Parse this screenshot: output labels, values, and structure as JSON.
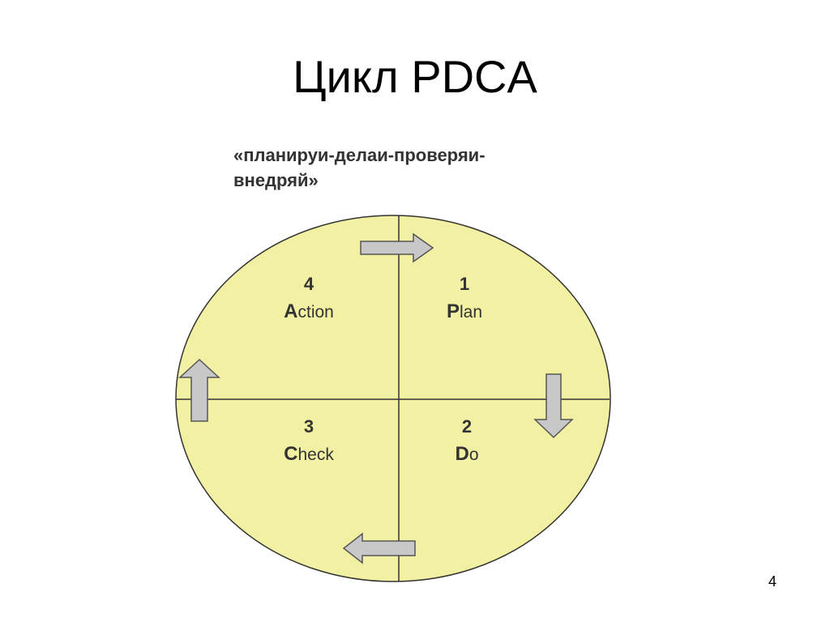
{
  "title": "Цикл PDCA",
  "subtitle_line1": "«планируи-делаи-проверяи-",
  "subtitle_line2": "внедряй»",
  "page_number": "4",
  "quadrants": [
    {
      "number": "1",
      "initial": "P",
      "rest": "lan"
    },
    {
      "number": "2",
      "initial": "D",
      "rest": "o"
    },
    {
      "number": "3",
      "initial": "C",
      "rest": "heck"
    },
    {
      "number": "4",
      "initial": "A",
      "rest": "ction"
    }
  ],
  "colors": {
    "circle_fill": "#f2f0a2",
    "arrow_fill": "#c8c8c8",
    "outline": "#333333"
  }
}
